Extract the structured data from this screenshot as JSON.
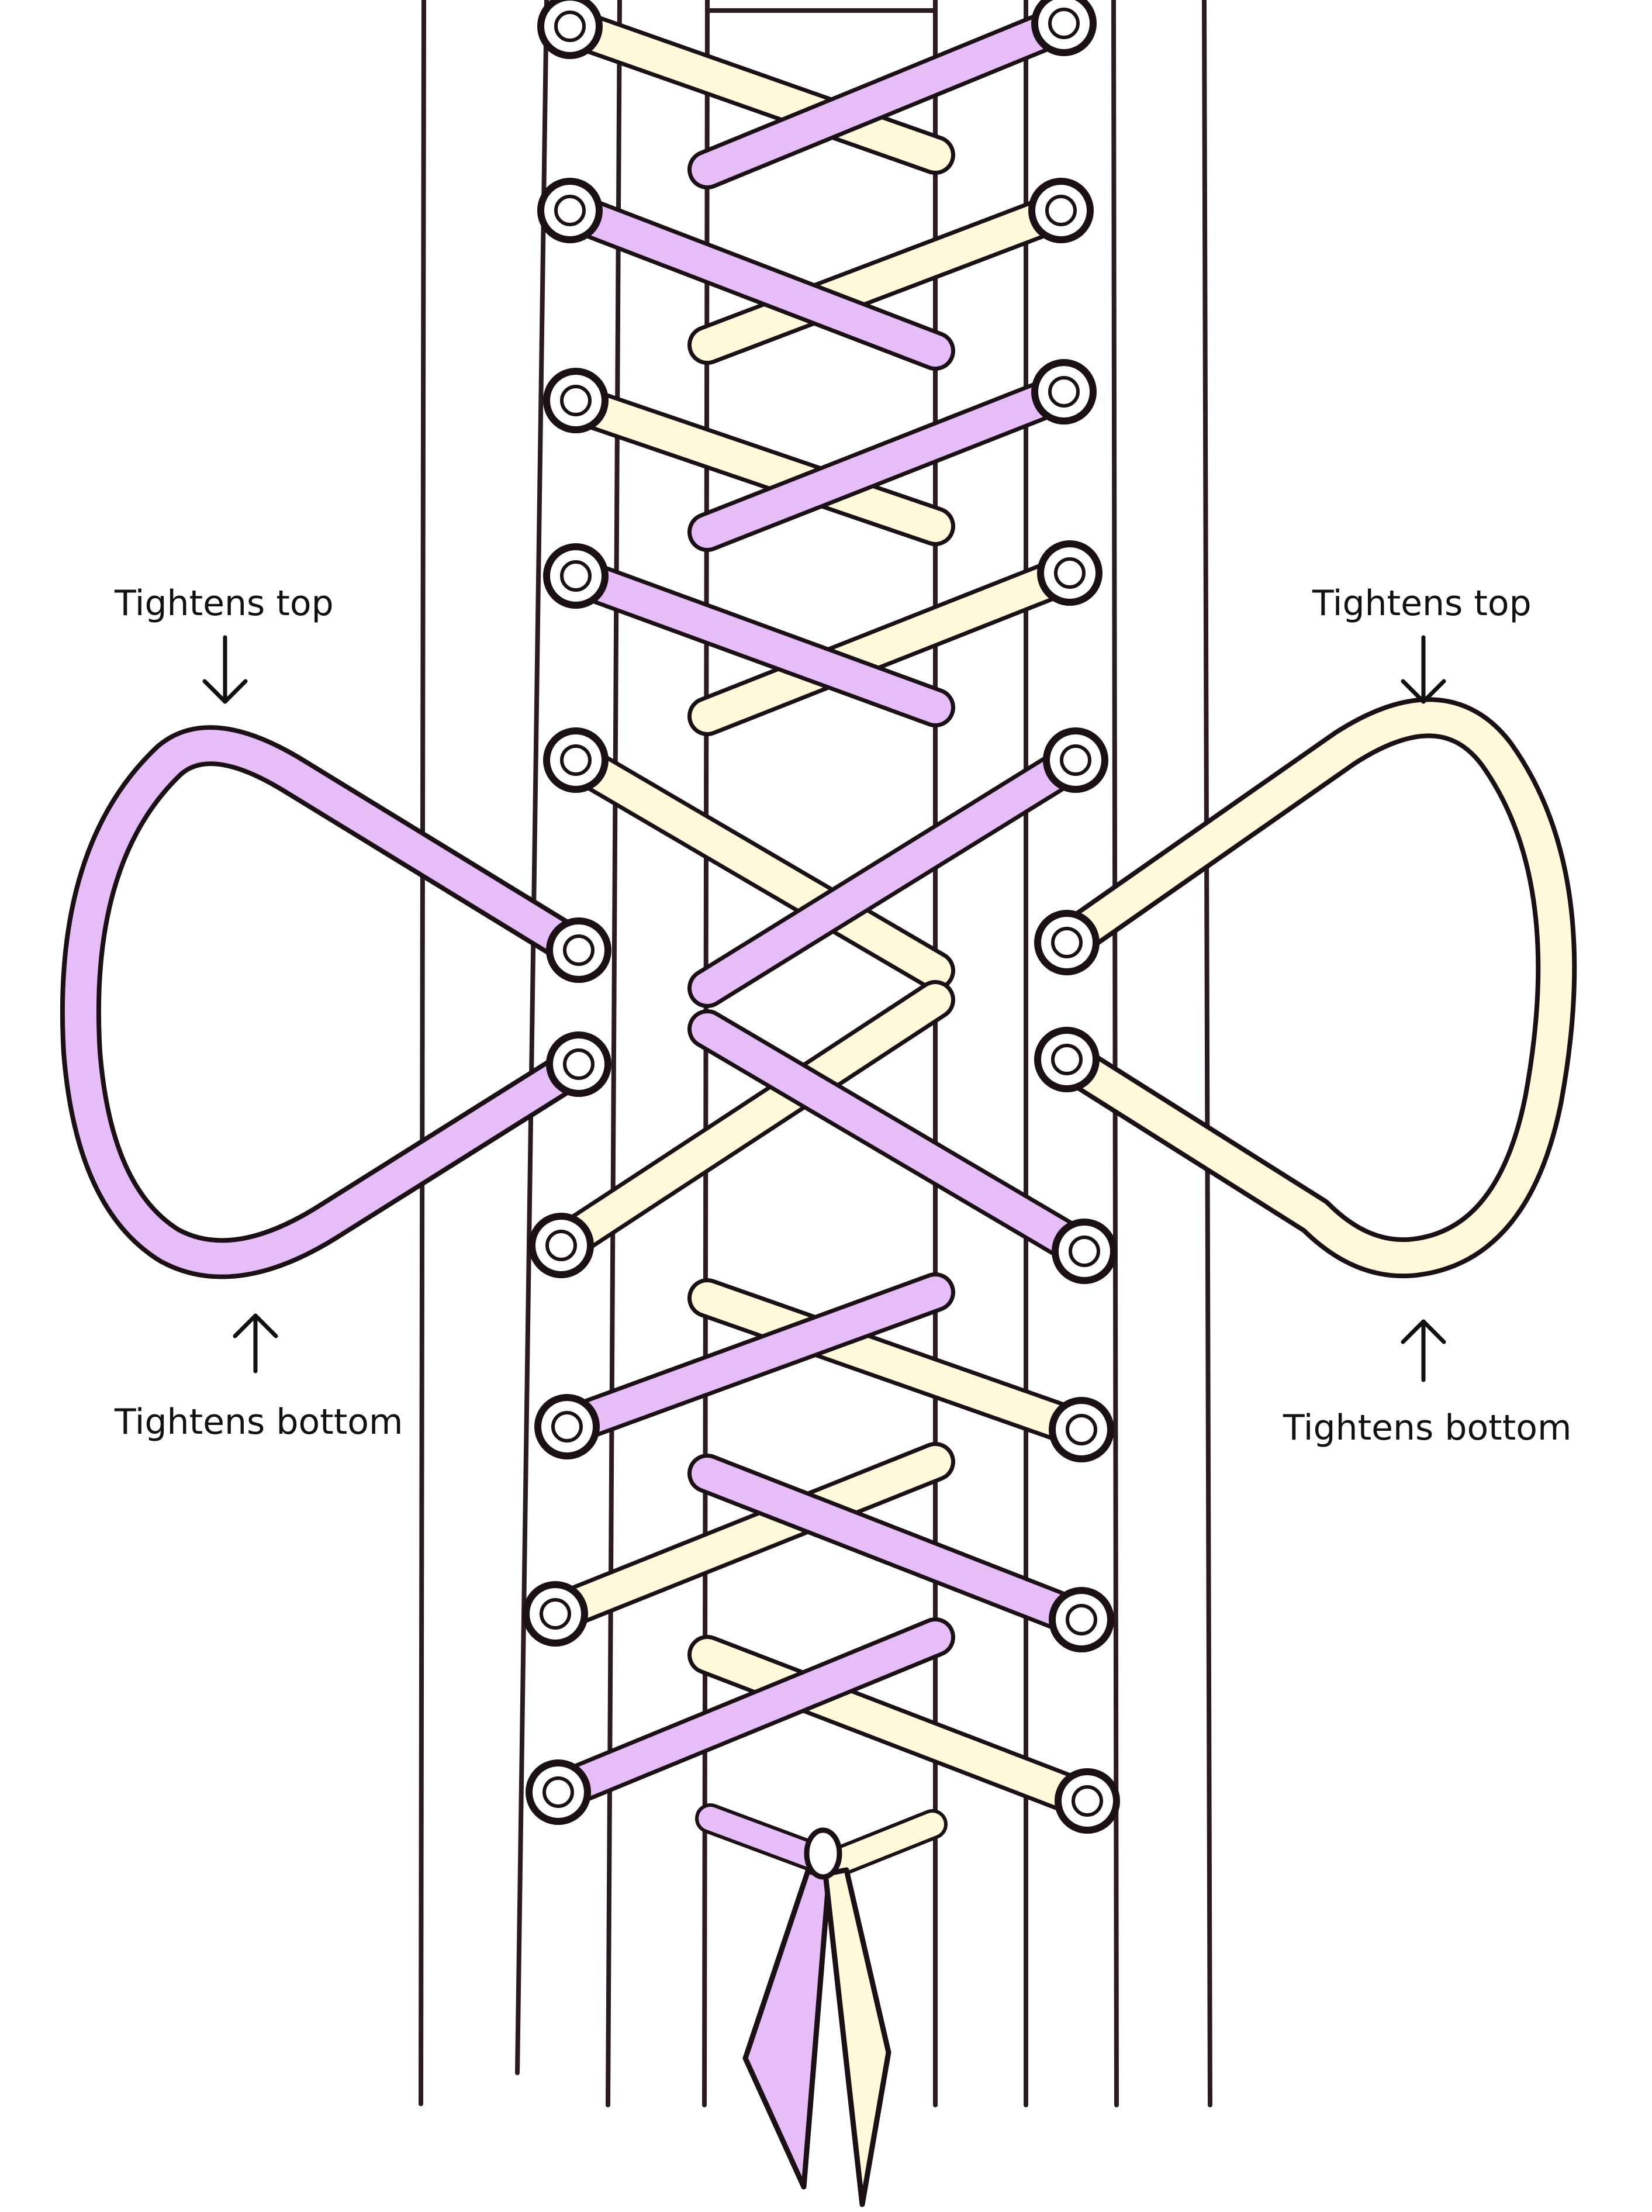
{
  "annotations": {
    "left_top": "Tightens top",
    "left_bottom": "Tightens bottom",
    "right_top": "Tightens top",
    "right_bottom": "Tightens bottom"
  },
  "colors": {
    "lace_purple": "#E6BDF7",
    "lace_cream": "#FDFBDC",
    "outline": "#1A1015",
    "frame_line": "#2A1A22",
    "background": "#FFFFFF"
  },
  "icons": {
    "left_top_arrow": "arrow-down-icon",
    "left_bottom_arrow": "arrow-up-icon",
    "right_top_arrow": "arrow-down-icon",
    "right_bottom_arrow": "arrow-up-icon"
  }
}
